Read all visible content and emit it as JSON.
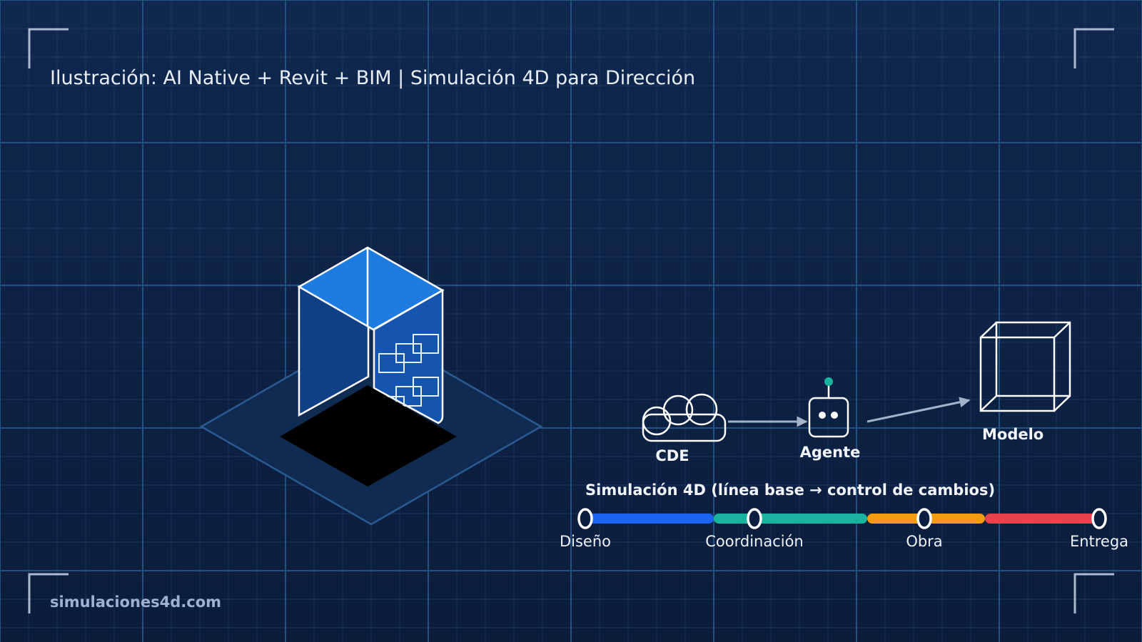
{
  "title": "Ilustración: AI Native + Revit + BIM | Simulación 4D para Dirección",
  "footer": "simulaciones4d.com",
  "colors": {
    "background_top": "#0f284f",
    "background_bottom": "#0b1c3b",
    "grid_major": "#24507f",
    "grid_minor": "#173461",
    "corner_marks": "#aab9d1",
    "building_top": "#1e7be0",
    "building_left": "#0f3f84",
    "building_right": "#1555b0",
    "base_plate": "#0f2b52",
    "base_outline": "#2a5a8f",
    "shadow": "#000000",
    "stroke_white": "#ffffff",
    "arrow": "#a3b3cb",
    "antenna": "#19b3a0"
  },
  "flow": {
    "nodes": [
      {
        "id": "cde",
        "label": "CDE",
        "icon": "cloud-icon"
      },
      {
        "id": "agent",
        "label": "Agente",
        "icon": "robot-icon"
      },
      {
        "id": "model",
        "label": "Modelo",
        "icon": "cube-icon"
      }
    ],
    "arrows": [
      {
        "from": "cde",
        "to": "agent"
      },
      {
        "from": "agent",
        "to": "model"
      }
    ]
  },
  "timeline": {
    "title": "Simulación 4D (línea base → control de cambios)",
    "segments": [
      {
        "name": "Diseño",
        "color": "#1e63f0"
      },
      {
        "name": "Coordinación",
        "color": "#19b3a0"
      },
      {
        "name": "Obra",
        "color": "#f39c12"
      },
      {
        "name": "Entrega",
        "color": "#e8434a"
      }
    ],
    "milestones": [
      {
        "label": "Diseño"
      },
      {
        "label": "Coordinación"
      },
      {
        "label": "Obra"
      },
      {
        "label": "Entrega"
      }
    ]
  },
  "building": {
    "icon": "isometric-building-icon",
    "window_count": 6
  }
}
